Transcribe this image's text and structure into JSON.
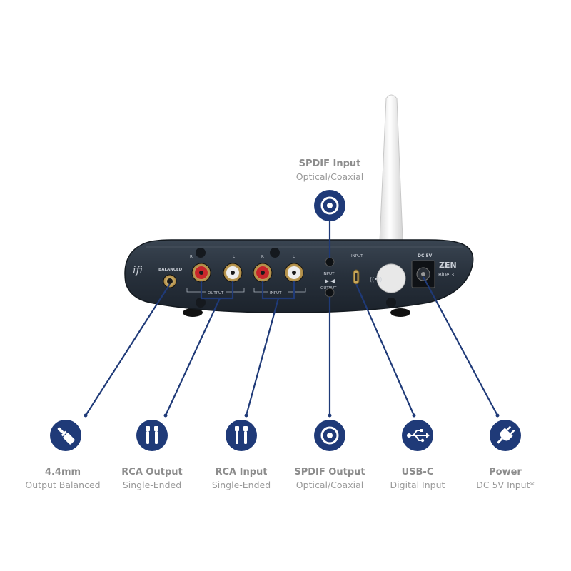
{
  "device": {
    "brand_mark": "ifi",
    "model_name": "ZEN",
    "model_subtitle": "Blue 3",
    "panel_labels": {
      "balanced": "BALANCED",
      "output_group": "OUTPUT",
      "input_group": "INPUT",
      "r": "R",
      "l": "L",
      "spdif_input": "INPUT",
      "spdif_output": "OUTPUT",
      "usb_input": "INPUT",
      "dc": "DC 5V"
    }
  },
  "callouts": {
    "spdif_in": {
      "title": "SPDIF Input",
      "subtitle": "Optical/Coaxial",
      "icon": "spdif-port-icon"
    },
    "balanced": {
      "title": "4.4mm",
      "subtitle": "Output Balanced",
      "icon": "jack-plug-icon"
    },
    "rca_out": {
      "title": "RCA Output",
      "subtitle": "Single-Ended",
      "icon": "rca-plugs-icon"
    },
    "rca_in": {
      "title": "RCA Input",
      "subtitle": "Single-Ended",
      "icon": "rca-plugs-icon"
    },
    "spdif_out": {
      "title": "SPDIF Output",
      "subtitle": "Optical/Coaxial",
      "icon": "spdif-port-icon"
    },
    "usb_c": {
      "title": "USB-C",
      "subtitle": "Digital Input",
      "icon": "usb-icon"
    },
    "power": {
      "title": "Power",
      "subtitle": "DC 5V Input*",
      "icon": "power-plug-icon"
    }
  },
  "colors": {
    "accent": "#1f3a78",
    "body": "#2b3440",
    "rca_red": "#c8262b",
    "gold": "#c9a85a",
    "text_muted": "#8c8c8c"
  }
}
